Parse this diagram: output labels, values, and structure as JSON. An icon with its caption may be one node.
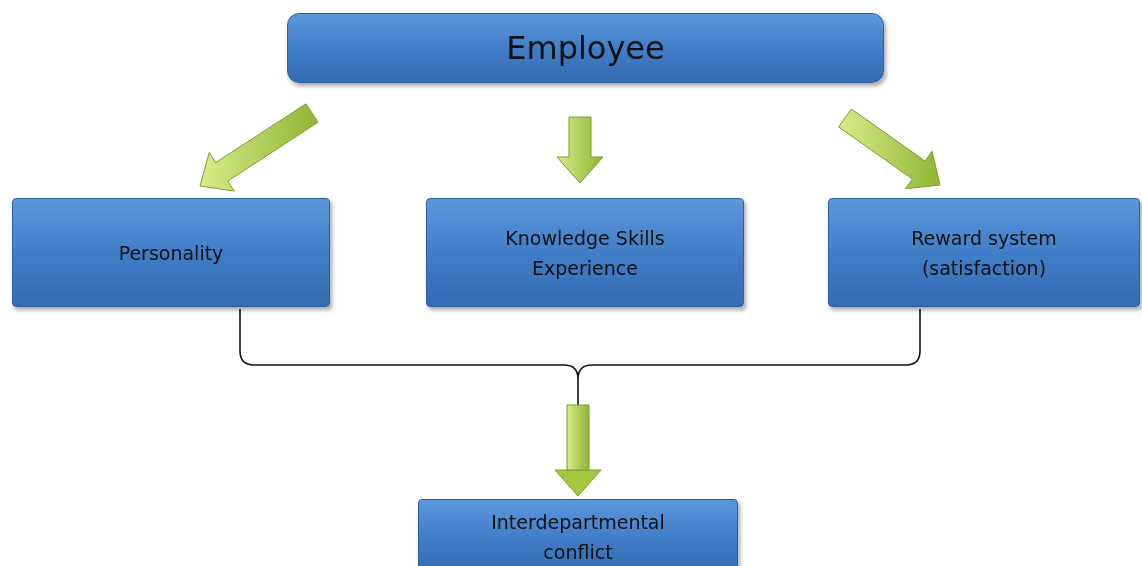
{
  "diagram": {
    "nodes": [
      {
        "text": [
          "Employee"
        ]
      },
      {
        "text": [
          "Personality"
        ]
      },
      {
        "text": [
          "Knowledge Skills Experience"
        ]
      },
      {
        "text": [
          "Reward system (satisfaction)"
        ]
      },
      {
        "text": [
          "Interdepartmental conflict"
        ]
      }
    ],
    "edges": [
      {
        "from": 0,
        "to": 1,
        "arrow": "to"
      },
      {
        "from": 0,
        "to": 2,
        "arrow": "to"
      },
      {
        "from": 0,
        "to": 3,
        "arrow": "to"
      },
      {
        "from": 1,
        "to": 4,
        "arrow": "to"
      },
      {
        "from": 3,
        "to": 4,
        "arrow": "to"
      }
    ]
  }
}
